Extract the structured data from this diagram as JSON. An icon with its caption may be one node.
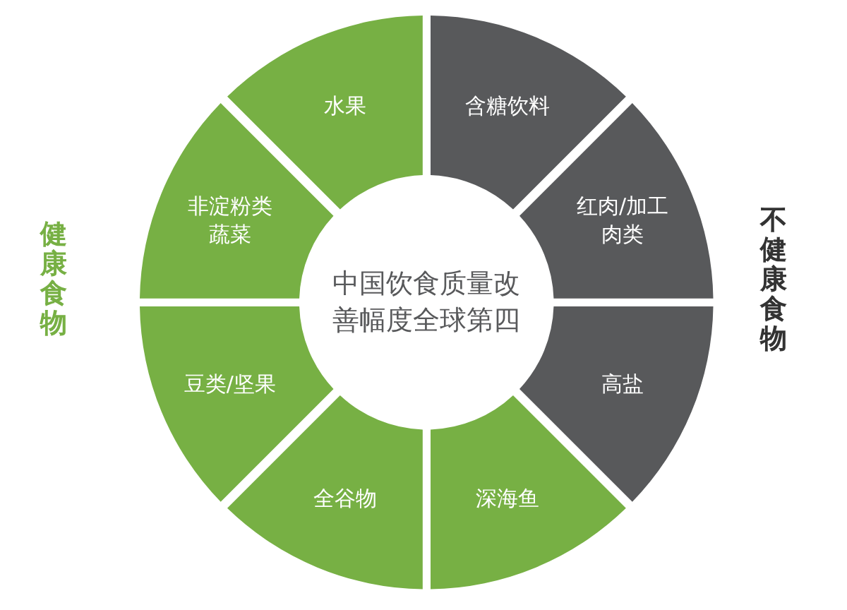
{
  "diagram": {
    "nodes": [
      {
        "text": [
          "中国饮食质量改善幅度全球第四"
        ]
      },
      {
        "text": [
          "水果"
        ]
      },
      {
        "text": [
          "含糖饮料"
        ]
      },
      {
        "text": [
          "非淀粉类蔬菜"
        ]
      },
      {
        "text": [
          "红肉/加工肉类"
        ]
      },
      {
        "text": [
          "豆类/坚果"
        ]
      },
      {
        "text": [
          "高盐"
        ]
      },
      {
        "text": [
          "全谷物"
        ]
      },
      {
        "text": [
          "深海鱼"
        ]
      }
    ],
    "labels": [
      "健康食物",
      "不健康食物"
    ]
  }
}
